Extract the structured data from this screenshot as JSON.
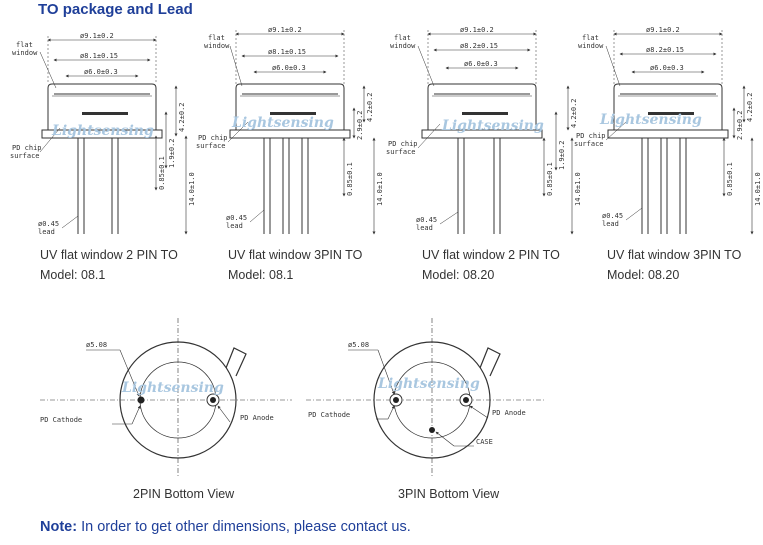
{
  "heading": "TO package and Lead",
  "packages": [
    {
      "caption": "UV flat window 2 PIN TO",
      "model": "Model: 08.1",
      "d_outer": "ø9.1±0.2",
      "d_mid": "ø8.1±0.15",
      "d_inner": "ø6.0±0.3"
    },
    {
      "caption": "UV flat window 3PIN TO",
      "model": "Model: 08.1",
      "d_outer": "ø9.1±0.2",
      "d_mid": "ø8.1±0.15",
      "d_inner": "ø6.0±0.3"
    },
    {
      "caption": "UV flat window 2 PIN TO",
      "model": "Model: 08.20",
      "d_outer": "ø9.1±0.2",
      "d_mid": "ø8.2±0.15",
      "d_inner": "ø6.0±0.3"
    },
    {
      "caption": "UV flat window 3PIN TO",
      "model": "Model: 08.20",
      "d_outer": "ø9.1±0.2",
      "d_mid": "ø8.2±0.15",
      "d_inner": "ø6.0±0.3"
    }
  ],
  "labels": {
    "flat": "flat",
    "window": "window",
    "pd_chip": "PD chip",
    "surface": "surface",
    "lead_d": "ø0.45",
    "lead": "lead",
    "h1": "4.2±0.2",
    "h2": "1.9±0.2",
    "h3": "0.85±0.1",
    "h4": "14.0±1.0",
    "h2b": "2.9±0.2"
  },
  "watermark": "Lightsensing",
  "bottom": {
    "d508": "ø5.08",
    "cathode": "PD Cathode",
    "anode": "PD Anode",
    "case": "CASE",
    "caption_2pin": "2PIN Bottom View",
    "caption_3pin": "3PIN Bottom View"
  },
  "note": {
    "label": "Note:",
    "text": " In order to get other dimensions, please contact us."
  }
}
